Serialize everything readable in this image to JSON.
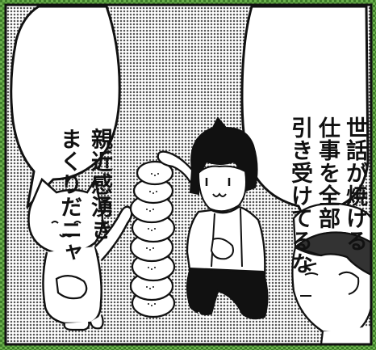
{
  "balloons": {
    "left": {
      "lines": [
        "親近感湧き",
        "まくりだニャ"
      ]
    },
    "right": {
      "lines": [
        "世話が焼ける",
        "仕事を全部",
        "引き受けてるな"
      ]
    }
  },
  "colors": {
    "ink": "#111111",
    "paper": "#ffffff",
    "screen_tone": "#8a8a8a",
    "border_tone": "#6ab04c"
  },
  "icons": [
    "cat-character",
    "girl-character",
    "chef-character",
    "stacked-buns"
  ]
}
